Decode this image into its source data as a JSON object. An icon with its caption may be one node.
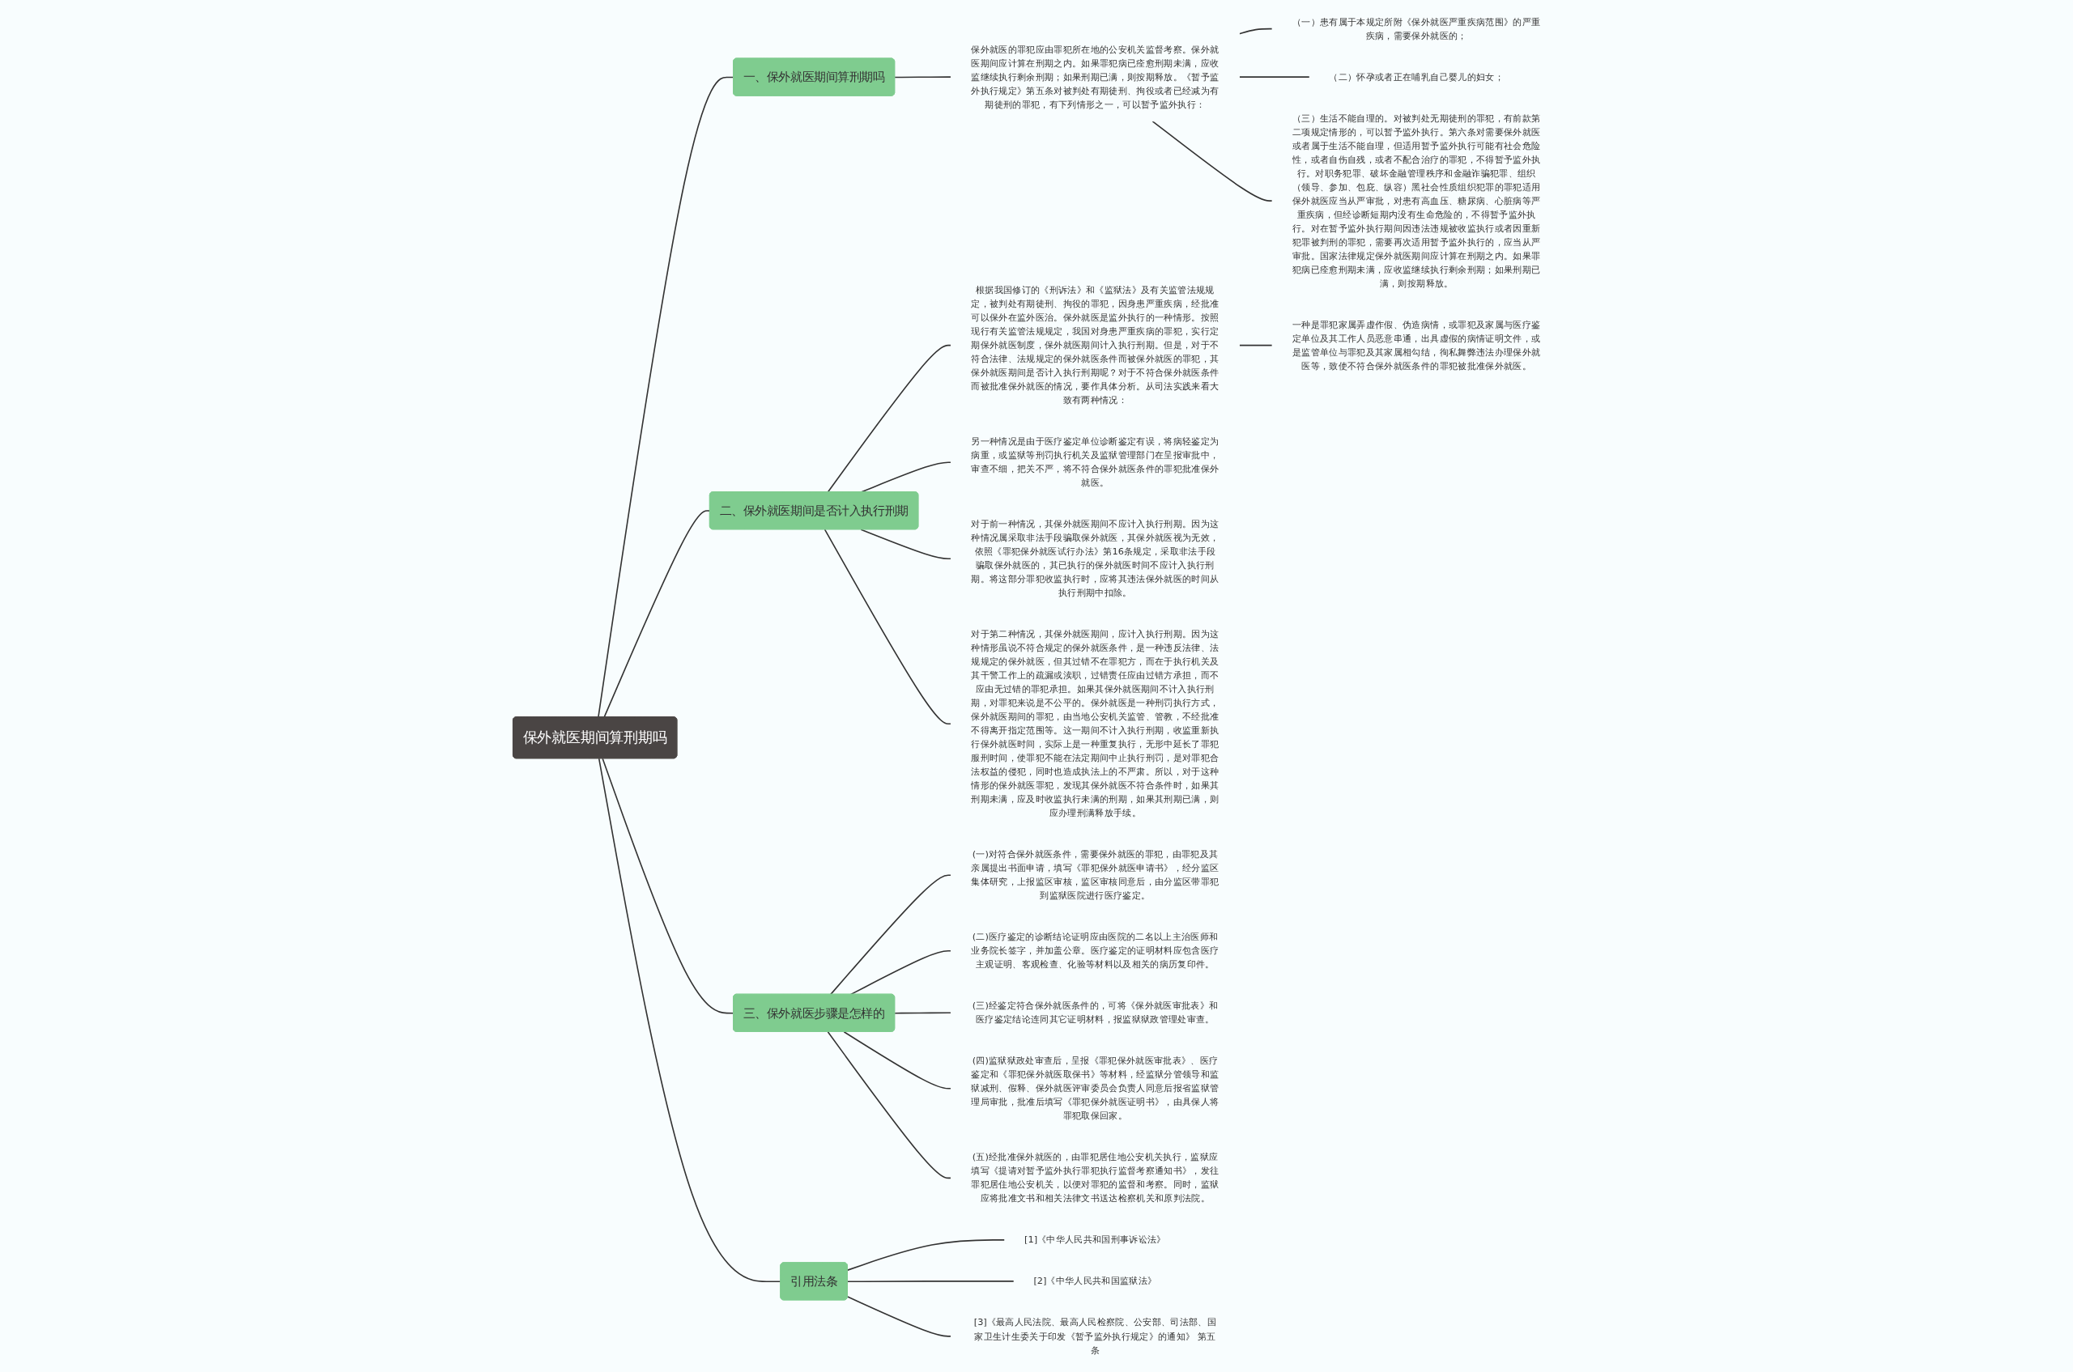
{
  "diagram": {
    "nodes": [
      {
        "text": [
          "保外就医期间算刑期吗"
        ]
      },
      {
        "text": [
          "一、保外就医期间算刑期吗"
        ]
      },
      {
        "text": [
          "保外就医的罪犯应由罪犯所在地的公安机关监督考察。保外就医期间应计算在刑期之内。如果罪犯病已痊愈刑期未满，应收监继续执行剩余刑期；如果刑期已满，则按期释放。《暂予监外执行规定》第五条对被判处有期徒刑、拘役或者已经减为有期徒刑的罪犯，有下列情形之一，可以暂予监外执行："
        ]
      },
      {
        "text": [
          "（一）患有属于本规定所附《保外就医严重疾病范围》的严重疾病，需要保外就医的；"
        ]
      },
      {
        "text": [
          "（二）怀孕或者正在哺乳自己婴儿的妇女；"
        ]
      },
      {
        "text": [
          "（三）生活不能自理的。对被判处无期徒刑的罪犯，有前款第二项规定情形的，可以暂予监外执行。第六条对需要保外就医或者属于生活不能自理，但适用暂予监外执行可能有社会危险性，或者自伤自残，或者不配合治疗的罪犯，不得暂予监外执行。对职务犯罪、破坏金融管理秩序和金融诈骗犯罪、组织（领导、参加、包庇、纵容）黑社会性质组织犯罪的罪犯适用保外就医应当从严审批，对患有高血压、糖尿病、心脏病等严重疾病，但经诊断短期内没有生命危险的，不得暂予监外执行。对在暂予监外执行期间因违法违规被收监执行或者因重新犯罪被判刑的罪犯，需要再次适用暂予监外执行的，应当从严审批。国家法律规定保外就医期间应计算在刑期之内。如果罪犯病已痊愈刑期未满，应收监继续执行剩余刑期；如果刑期已满，则按期释放。"
        ]
      },
      {
        "text": [
          "二、保外就医期间是否计入执行刑期"
        ]
      },
      {
        "text": [
          "根据我国修订的《刑诉法》和《监狱法》及有关监管法规规定，被判处有期徒刑、拘役的罪犯，因身患严重疾病，经批准可以保外在监外医治。保外就医是监外执行的一种情形。按照现行有关监管法规规定，我国对身患严重疾病的罪犯，实行定期保外就医制度，保外就医期间计入执行刑期。但是，对于不符合法律、法规规定的保外就医条件而被保外就医的罪犯，其保外就医期间是否计入执行刑期呢？对于不符合保外就医条件而被批准保外就医的情况，要作具体分析。从司法实践来看大致有两种情况："
        ]
      },
      {
        "text": [
          "一种是罪犯家属弄虚作假、伪造病情，或罪犯及家属与医疗鉴定单位及其工作人员恶意串通，出具虚假的病情证明文件，或是监管单位与罪犯及其家属相勾结，徇私舞弊违法办理保外就医等，致使不符合保外就医条件的罪犯被批准保外就医。"
        ]
      },
      {
        "text": [
          "另一种情况是由于医疗鉴定单位诊断鉴定有误，将病轻鉴定为病重，或监狱等刑罚执行机关及监狱管理部门在呈报审批中，审查不细，把关不严，将不符合保外就医条件的罪犯批准保外就医。"
        ]
      },
      {
        "text": [
          "对于前一种情况，其保外就医期间不应计入执行刑期。因为这种情况属采取非法手段骗取保外就医，其保外就医视为无效，依照《罪犯保外就医试行办法》第16条规定，采取非法手段骗取保外就医的，其已执行的保外就医时间不应计入执行刑期。将这部分罪犯收监执行时，应将其违法保外就医的时间从执行刑期中扣除。"
        ]
      },
      {
        "text": [
          "对于第二种情况，其保外就医期间，应计入执行刑期。因为这种情形虽说不符合规定的保外就医条件，是一种违反法律、法规规定的保外就医，但其过错不在罪犯方，而在于执行机关及其干警工作上的疏漏或渎职，过错责任应由过错方承担，而不应由无过错的罪犯承担。如果其保外就医期间不计入执行刑期，对罪犯来说是不公平的。保外就医是一种刑罚执行方式，保外就医期间的罪犯，由当地公安机关监管、管教，不经批准不得离开指定范围等。这一期间不计入执行刑期，收监重新执行保外就医时间，实际上是一种重复执行，无形中延长了罪犯服刑时间，使罪犯不能在法定期间中止执行刑罚，是对罪犯合法权益的侵犯，同时也造成执法上的不严肃。所以，对于这种情形的保外就医罪犯，发现其保外就医不符合条件时，如果其刑期未满，应及时收监执行未满的刑期，如果其刑期已满，则应办理刑满释放手续。"
        ]
      },
      {
        "text": [
          "三、保外就医步骤是怎样的"
        ]
      },
      {
        "text": [
          "(一)对符合保外就医条件，需要保外就医的罪犯，由罪犯及其亲属提出书面申请，填写《罪犯保外就医申请书》，经分监区集体研究，上报监区审核，监区审核同意后，由分监区带罪犯到监狱医院进行医疗鉴定。"
        ]
      },
      {
        "text": [
          "(二)医疗鉴定的诊断结论证明应由医院的二名以上主治医师和业务院长签字，并加盖公章。医疗鉴定的证明材料应包含医疗主观证明、客观检查、化验等材料以及相关的病历复印件。"
        ]
      },
      {
        "text": [
          "(三)经鉴定符合保外就医条件的，可将《保外就医审批表》和医疗鉴定结论连同其它证明材料，报监狱狱政管理处审查。"
        ]
      },
      {
        "text": [
          "(四)监狱狱政处审查后，呈报《罪犯保外就医审批表》、医疗鉴定和《罪犯保外就医取保书》等材料，经监狱分管领导和监狱减刑、假释、保外就医评审委员会负责人同意后报省监狱管理局审批，批准后填写《罪犯保外就医证明书》，由具保人将罪犯取保回家。"
        ]
      },
      {
        "text": [
          "(五)经批准保外就医的，由罪犯居住地公安机关执行，监狱应填写《提请对暂予监外执行罪犯执行监督考察通知书》，发往罪犯居住地公安机关，以便对罪犯的监督和考察。同时，监狱应将批准文书和相关法律文书送达检察机关和原判法院。"
        ]
      },
      {
        "text": [
          "引用法条"
        ]
      },
      {
        "text": [
          "[1]《中华人民共和国刑事诉讼法》"
        ]
      },
      {
        "text": [
          "[2]《中华人民共和国监狱法》"
        ]
      },
      {
        "text": [
          "[3]《最高人民法院、最高人民检察院、公安部、司法部、国家卫生计生委关于印发《暂予监外执行规定》的通知》 第五条"
        ]
      }
    ],
    "edges": [
      {
        "from": 0,
        "to": 1,
        "arrow": "none"
      },
      {
        "from": 1,
        "to": 2,
        "arrow": "none"
      },
      {
        "from": 2,
        "to": 3,
        "arrow": "none"
      },
      {
        "from": 2,
        "to": 4,
        "arrow": "none"
      },
      {
        "from": 2,
        "to": 5,
        "arrow": "none"
      },
      {
        "from": 0,
        "to": 6,
        "arrow": "none"
      },
      {
        "from": 6,
        "to": 7,
        "arrow": "none"
      },
      {
        "from": 7,
        "to": 8,
        "arrow": "none"
      },
      {
        "from": 6,
        "to": 9,
        "arrow": "none"
      },
      {
        "from": 6,
        "to": 10,
        "arrow": "none"
      },
      {
        "from": 6,
        "to": 11,
        "arrow": "none"
      },
      {
        "from": 0,
        "to": 12,
        "arrow": "none"
      },
      {
        "from": 12,
        "to": 13,
        "arrow": "none"
      },
      {
        "from": 12,
        "to": 14,
        "arrow": "none"
      },
      {
        "from": 12,
        "to": 15,
        "arrow": "none"
      },
      {
        "from": 12,
        "to": 16,
        "arrow": "none"
      },
      {
        "from": 12,
        "to": 17,
        "arrow": "none"
      },
      {
        "from": 0,
        "to": 18,
        "arrow": "none"
      },
      {
        "from": 18,
        "to": 19,
        "arrow": "none"
      },
      {
        "from": 18,
        "to": 20,
        "arrow": "none"
      },
      {
        "from": 18,
        "to": 21,
        "arrow": "none"
      }
    ]
  }
}
